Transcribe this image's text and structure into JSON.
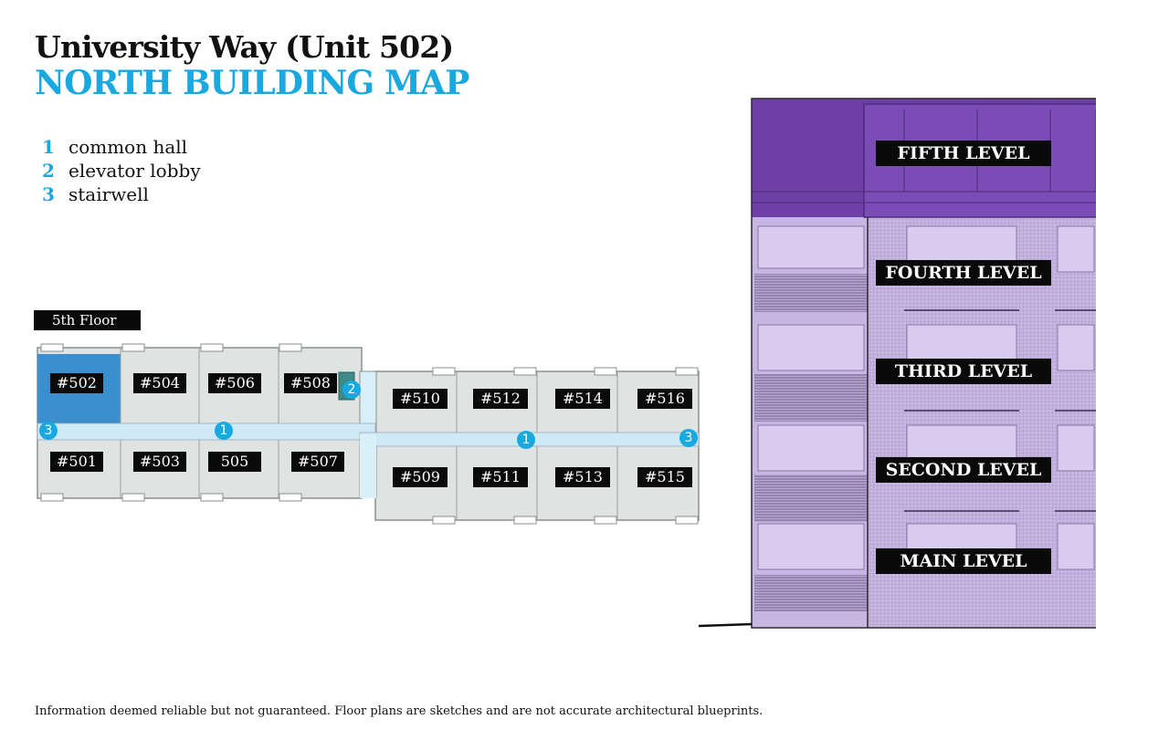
{
  "header": {
    "title": "University Way (Unit 502)",
    "subtitle": "NORTH BUILDING MAP"
  },
  "colors": {
    "accent": "#1aa8e0",
    "highlight_unit": "#3a8fce",
    "unit_fill": "#dfe3e1",
    "corridor": "#cfeaf5",
    "label_bg": "#0a0a0a",
    "elevation_purple": "#6f3fa8",
    "elevation_lavender": "#c9b5e3"
  },
  "legend": {
    "items": [
      {
        "number": "1",
        "label": "common hall"
      },
      {
        "number": "2",
        "label": "elevator lobby"
      },
      {
        "number": "3",
        "label": "stairwell"
      }
    ]
  },
  "floor_plan": {
    "floor_label": "5th Floor",
    "units": {
      "u502": "#502",
      "u504": "#504",
      "u506": "#506",
      "u508": "#508",
      "u501": "#501",
      "u503": "#503",
      "u505": "505",
      "u507": "#507",
      "u510": "#510",
      "u512": "#512",
      "u514": "#514",
      "u516": "#516",
      "u509": "#509",
      "u511": "#511",
      "u513": "#513",
      "u515": "#515"
    },
    "markers": {
      "hall_west": "1",
      "hall_east": "1",
      "elevator": "2",
      "stair_west": "3",
      "stair_east": "3"
    }
  },
  "elevation": {
    "levels": {
      "fifth": "FIFTH LEVEL",
      "fourth": "FOURTH LEVEL",
      "third": "THIRD LEVEL",
      "second": "SECOND LEVEL",
      "main": "MAIN LEVEL"
    }
  },
  "footer": {
    "disclaimer": "Information deemed reliable but not guaranteed. Floor plans are sketches and are not accurate architectural blueprints."
  }
}
